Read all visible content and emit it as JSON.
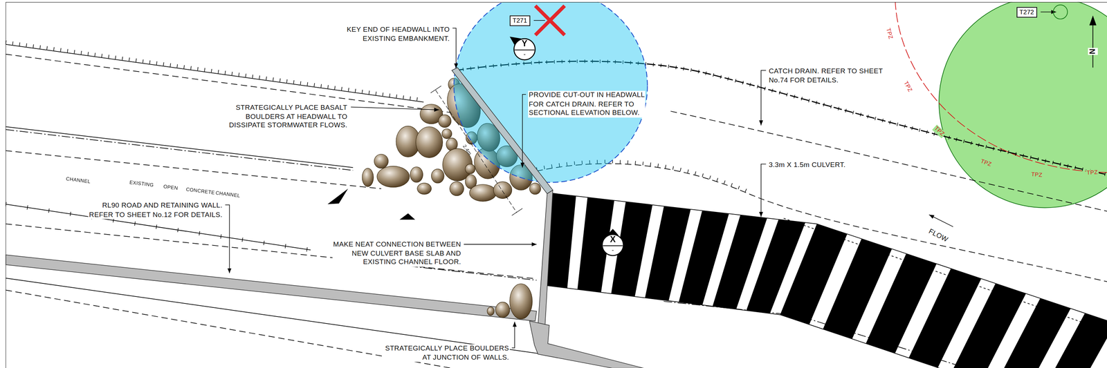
{
  "diagram": {
    "nodes": [
      {
        "text": [
          "T271"
        ]
      },
      {
        "text": [
          "T272"
        ]
      },
      {
        "text": [
          "Y",
          "-"
        ]
      },
      {
        "text": [
          "X",
          "-"
        ]
      }
    ],
    "labels": [
      "KEY END OF HEADWALL INTO EXISTING EMBANKMENT.",
      "STRATEGICALLY PLACE BASALT BOULDERS AT HEADWALL TO DISSIPATE STORMWATER FLOWS.",
      "PROVIDE CUT-OUT IN HEADWALL FOR CATCH DRAIN. REFER TO SECTIONAL ELEVATION BELOW.",
      "CATCH DRAIN. REFER TO SHEET No.74 FOR DETAILS.",
      "3.3m X 1.5m CULVERT.",
      "CHANNEL",
      "EXISTING",
      "OPEN",
      "CONCRETE",
      "CHANNEL",
      "RL90 ROAD AND RETAINING WALL. REFER TO SHEET No.12 FOR DETAILS.",
      "MAKE NEAT CONNECTION BETWEEN NEW CULVERT BASE SLAB AND EXISTING CHANNEL FLOOR.",
      "STRATEGICALLY PLACE BOULDERS AT JUNCTION OF WALLS.",
      "FLOW",
      "TPZ",
      "TPZ",
      "TPZ",
      "TPZ",
      "TPZ",
      "TPZ",
      "N",
      "2.4m"
    ]
  }
}
